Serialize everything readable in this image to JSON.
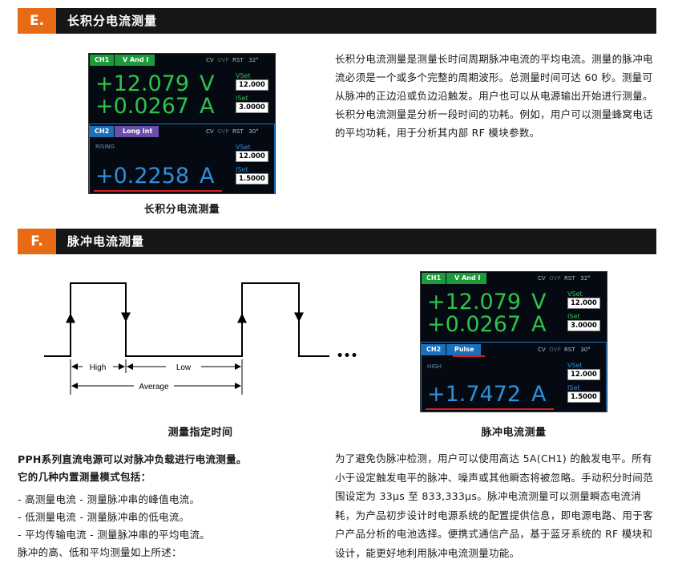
{
  "section_e": {
    "letter": "E.",
    "title": "长积分电流测量",
    "caption": "长积分电流测量",
    "paragraph": "长积分电流测量是测量长时间周期脉冲电流的平均电流。测量的脉冲电流必须是一个或多个完整的周期波形。总测量时间可达 60 秒。测量可从脉冲的正边沿或负边沿触发。用户也可以从电源输出开始进行测量。长积分电流测量是分析一段时间的功耗。例如，用户可以测量蜂窝电话的平均功耗，用于分析其内部 RF 模块参数。"
  },
  "screen_e": {
    "ch1": {
      "tag": "CH1",
      "mode": "V And I",
      "status_cv": "CV",
      "status_ovp": "OVP",
      "status_rst": "RST",
      "temp": "32°",
      "voltage": "+12.079",
      "voltage_unit": "V",
      "current": "+0.0267",
      "current_unit": "A",
      "vset_label": "VSet",
      "vset_value": "12.000",
      "iset_label": "ISet",
      "iset_value": "3.0000"
    },
    "ch2": {
      "tag": "CH2",
      "mode": "Long Int",
      "status_cv": "CV",
      "status_ovp": "OVP",
      "status_rst": "RST",
      "temp": "30°",
      "sub_label": "RISING",
      "current": "+0.2258",
      "current_unit": "A",
      "vset_label": "VSet",
      "vset_value": "12.000",
      "iset_label": "ISet",
      "iset_value": "1.5000"
    }
  },
  "section_f": {
    "letter": "F.",
    "title": "脉冲电流测量",
    "waveform_caption": "测量指定时间",
    "screen_caption": "脉冲电流测量",
    "waveform_labels": {
      "high": "High",
      "low": "Low",
      "average": "Average",
      "ellipsis": "•••"
    },
    "left_intro_1": "PPH系列直流电源可以对脉冲负载进行电流测量。",
    "left_intro_2": "它的几种内置测量模式包括：",
    "left_items": [
      "- 高测量电流 - 测量脉冲串的峰值电流。",
      "- 低测量电流 - 测量脉冲串的低电流。",
      "- 平均传输电流 - 测量脉冲串的平均电流。"
    ],
    "left_outro": "脉冲的高、低和平均测量如上所述：",
    "right_paragraph": "为了避免伪脉冲检测，用户可以使用高达 5A(CH1) 的触发电平。所有小于设定触发电平的脉冲、噪声或其他瞬态将被忽略。手动积分时间范围设定为 33μs 至 833,333μs。脉冲电流测量可以测量瞬态电流消耗，为产品初步设计时电源系统的配置提供信息，即电源电路、用于客户产品分析的电池选择。便携式通信产品，基于蓝牙系统的 RF 模块和设计，能更好地利用脉冲电流测量功能。"
  },
  "screen_f": {
    "ch1": {
      "tag": "CH1",
      "mode": "V And I",
      "status_cv": "CV",
      "status_ovp": "OVP",
      "status_rst": "RST",
      "temp": "32°",
      "voltage": "+12.079",
      "voltage_unit": "V",
      "current": "+0.0267",
      "current_unit": "A",
      "vset_label": "VSet",
      "vset_value": "12.000",
      "iset_label": "ISet",
      "iset_value": "3.0000"
    },
    "ch2": {
      "tag": "CH2",
      "mode": "Pulse",
      "status_cv": "CV",
      "status_ovp": "OVP",
      "status_rst": "RST",
      "temp": "30°",
      "sub_label": "HIGH",
      "current": "+1.7472",
      "current_unit": "A",
      "vset_label": "VSet",
      "vset_value": "12.000",
      "iset_label": "ISet",
      "iset_value": "1.5000"
    }
  }
}
